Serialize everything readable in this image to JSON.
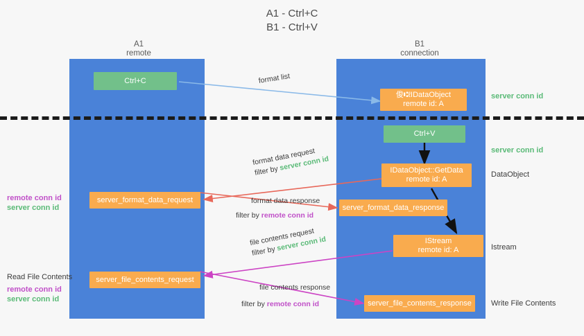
{
  "title": "A1 - Ctrl+C\nB1 - Ctrl+V",
  "colors": {
    "lane": "#4a82d8",
    "green_node": "#72c08a",
    "orange_node": "#f9ab4e",
    "server_conn_id": "#5aba77",
    "remote_conn_id": "#c050c8",
    "format_list_arrow": "#8ab9e8",
    "format_data_arrow": "#e8685a",
    "file_contents_arrow": "#cc44c4",
    "black_arrow": "#111111",
    "separator": "#1b1b1b"
  },
  "columns": [
    {
      "name": "A1",
      "sub": "remote"
    },
    {
      "name": "B1",
      "sub": "connection"
    }
  ],
  "nodes": {
    "ctrl_c": {
      "line1": "Ctrl+C",
      "line2": ""
    },
    "idataobject_remote": {
      "line1": "俊⑆ℓIDataObject",
      "line2": "remote id: A"
    },
    "ctrl_v": {
      "line1": "Ctrl+V",
      "line2": ""
    },
    "getdata": {
      "line1": "IDataObject::GetData",
      "line2": "remote id: A"
    },
    "server_format_data_request": {
      "line1": "server_format_data_request",
      "line2": ""
    },
    "server_format_data_response": {
      "line1": "server_format_data_response",
      "line2": ""
    },
    "istream": {
      "line1": "IStream",
      "line2": "remote id: A"
    },
    "server_file_contents_request": {
      "line1": "server_file_contents_request",
      "line2": ""
    },
    "server_file_contents_response": {
      "line1": "server_file_contents_response",
      "line2": ""
    }
  },
  "right_labels": {
    "server_conn_id_1": "server conn id",
    "server_conn_id_2": "server conn id",
    "dataobject": "DataObject",
    "istream": "Istream",
    "write_file_contents": "Write File Contents"
  },
  "left_labels": {
    "remote_conn_id_1": "remote conn id",
    "server_conn_id_1": "server conn id",
    "read_file_contents": "Read File Contents",
    "remote_conn_id_2": "remote conn id",
    "server_conn_id_2": "server conn id"
  },
  "arrow_labels": {
    "format_list": "format list",
    "format_data_request": "format data request",
    "format_data_request_filter_prefix": "filter by ",
    "format_data_request_filter_value": "server conn id",
    "format_data_response": "format data response",
    "format_data_response_filter_prefix": "filter by ",
    "format_data_response_filter_value": "remote conn id",
    "file_contents_request": "file contents request",
    "file_contents_request_filter_prefix": "filter by ",
    "file_contents_request_filter_value": "server conn id",
    "file_contents_response": "file contents response",
    "file_contents_response_filter_prefix": "filter by ",
    "file_contents_response_filter_value": "remote conn id"
  }
}
